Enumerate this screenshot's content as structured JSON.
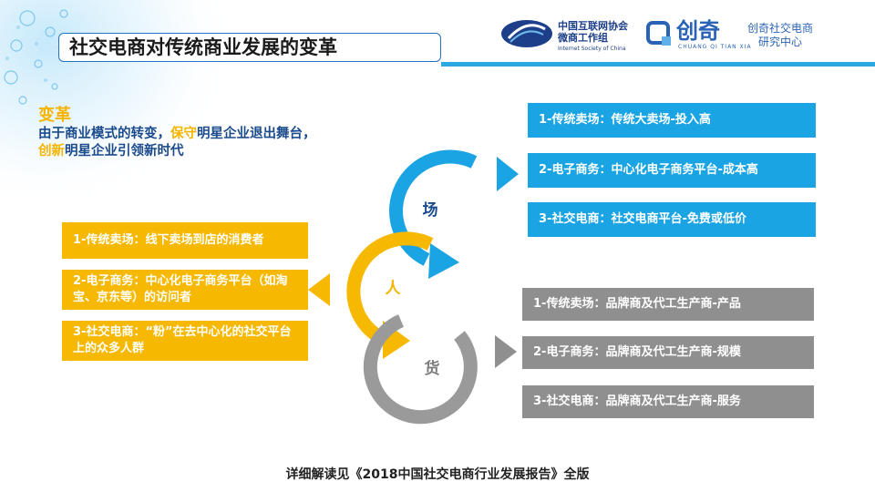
{
  "title": "社交电商对传统商业发展的变革",
  "logo1": {
    "line1": "中国互联网协会",
    "line2": "微商工作组",
    "sub": "Internet Society of China"
  },
  "logo2": {
    "name": "创奇",
    "sub": "CHUANG QI TIAN XIA"
  },
  "logo3": {
    "line1": "创奇社交电商",
    "line2": "研究中心"
  },
  "reform": {
    "title": "变革",
    "part1": "由于商业模式的转变，",
    "word1": "保守",
    "part2": "明星企业退出舞台，",
    "word2": "创新",
    "part3": "明星企业引领新时代"
  },
  "cycle": {
    "field": "场",
    "people": "人",
    "goods": "货"
  },
  "field_items": [
    "1-传统卖场：传统大卖场-投入高",
    "2-电子商务：中心化电子商务平台-成本高",
    "3-社交电商：社交电商平台-免费或低价"
  ],
  "people_items": [
    "1-传统卖场：线下卖场到店的消费者",
    "2-电子商务：中心化电子商务平台（如淘宝、京东等）的访问者",
    "3-社交电商：“粉”在去中心化的社交平台上的众多人群"
  ],
  "goods_items": [
    "1-传统卖场：品牌商及代工生产商-产品",
    "2-电子商务：品牌商及代工生产商-规模",
    "3-社交电商：品牌商及代工生产商-服务"
  ],
  "footer": "详细解读见《2018中国社交电商行业发展报告》全版",
  "colors": {
    "blue": "#1aa4e3",
    "yellow": "#f6b800",
    "gray": "#8f8f8f",
    "accent": "#29a9e0"
  }
}
